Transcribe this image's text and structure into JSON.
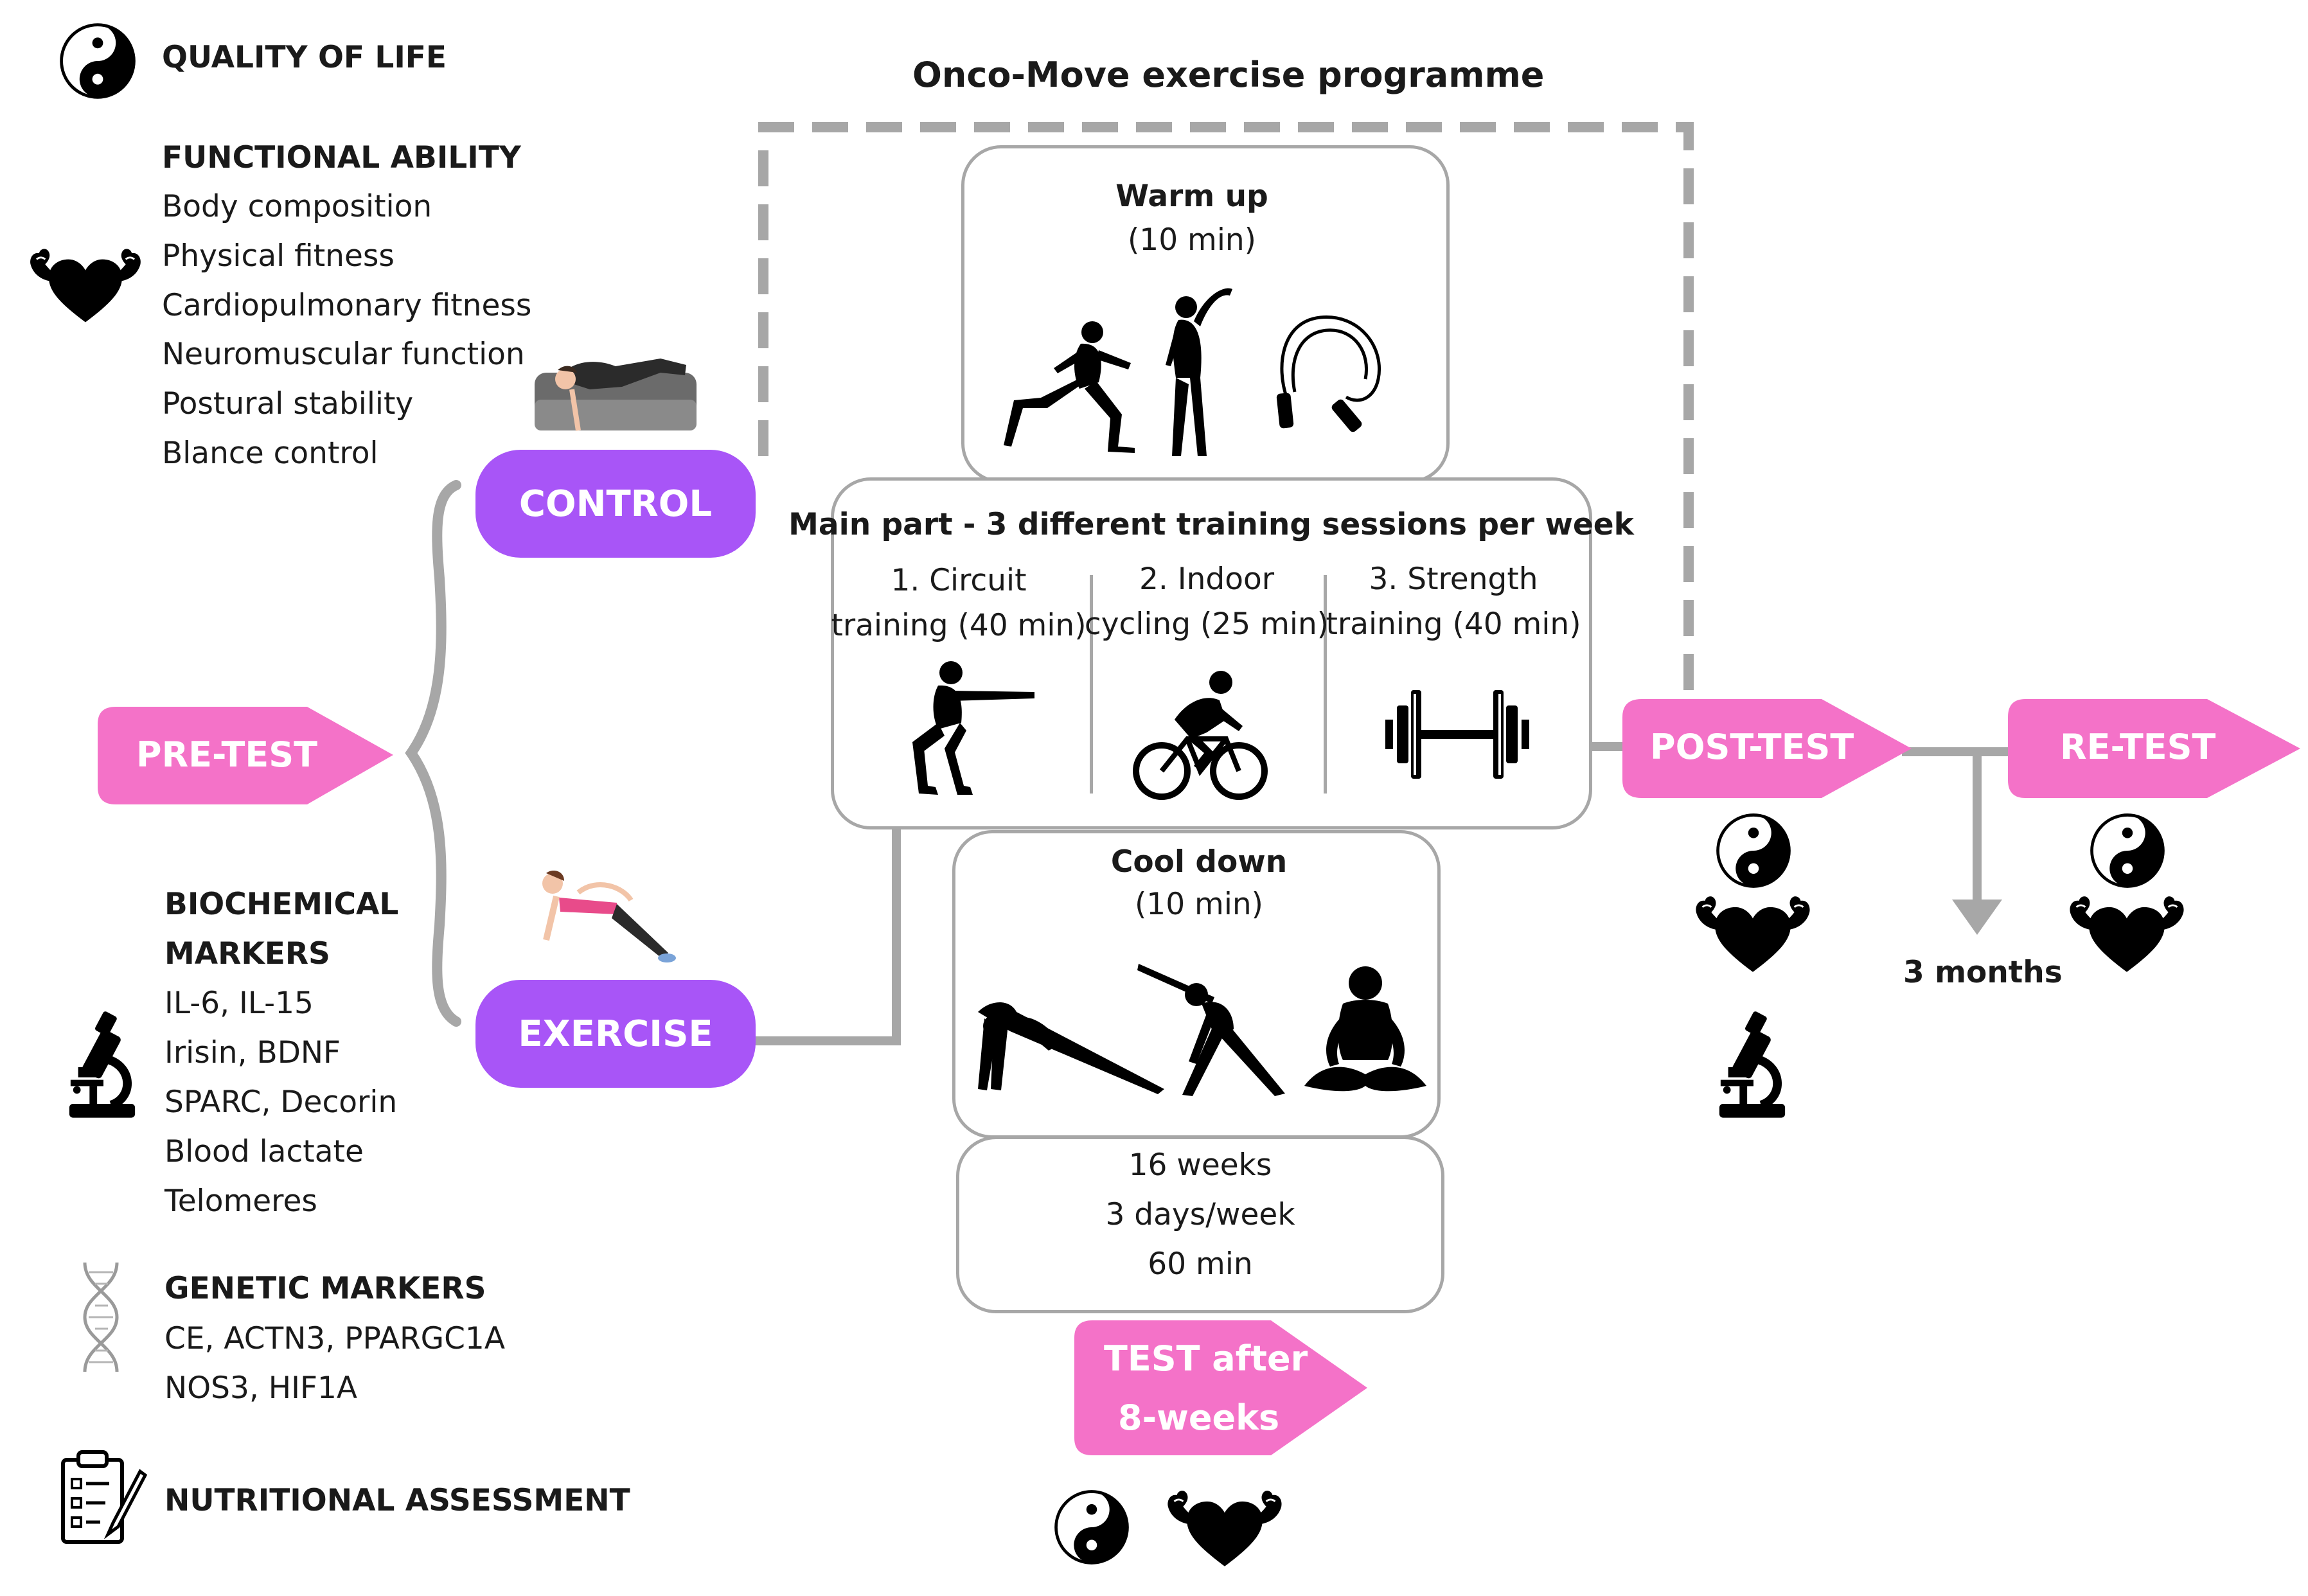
{
  "title": "Onco-Move exercise programme",
  "left_panel": {
    "quality_of_life": "QUALITY OF LIFE",
    "functional_ability": {
      "heading": "FUNCTIONAL ABILITY",
      "items": [
        "Body composition",
        "Physical fitness",
        "Cardiopulmonary fitness",
        "Neuromuscular function",
        "Postural stability",
        "Blance control"
      ]
    },
    "biochemical_markers": {
      "heading_line1": "BIOCHEMICAL",
      "heading_line2": "MARKERS",
      "items": [
        "IL-6, IL-15",
        "Irisin, BDNF",
        "SPARC, Decorin",
        "Blood lactate",
        "Telomeres"
      ]
    },
    "genetic_markers": {
      "heading": "GENETIC MARKERS",
      "items": [
        "CE, ACTN3, PPARGC1A",
        "NOS3, HIF1A"
      ]
    },
    "nutritional_assessment": "NUTRITIONAL ASSESSMENT"
  },
  "groups": {
    "control": "CONTROL",
    "exercise": "EXERCISE"
  },
  "tests": {
    "pre_test": "PRE-TEST",
    "post_test": "POST-TEST",
    "re_test": "RE-TEST",
    "mid_test_line1": "TEST after",
    "mid_test_line2": "8-weeks",
    "interval": "3 months"
  },
  "programme": {
    "warm_up": {
      "title": "Warm up",
      "duration": "(10 min)"
    },
    "main_part": {
      "title": "Main part - 3 different training sessions per week",
      "sessions": [
        {
          "line1": "1. Circuit",
          "line2": "training (40 min)"
        },
        {
          "line1": "2. Indoor",
          "line2": "cycling (25 min)"
        },
        {
          "line1": "3. Strength",
          "line2": "training (40 min)"
        }
      ]
    },
    "cool_down": {
      "title": "Cool down",
      "duration": "(10 min)"
    },
    "schedule": [
      "16 weeks",
      "3 days/week",
      "60 min"
    ]
  },
  "colors": {
    "purple": "#a855f7",
    "pink": "#f472c8",
    "grey": "#a7a7a7",
    "dark": "#1a1a1a"
  },
  "icons": [
    "yin-yang-icon",
    "heart-muscle-icon",
    "microscope-icon",
    "dna-icon",
    "clipboard-icon",
    "sofa-person-icon",
    "plank-person-icon",
    "lunge-runner-icon",
    "stretch-person-icon",
    "jump-rope-icon",
    "squat-person-icon",
    "cyclist-icon",
    "dumbbell-icon",
    "downward-dog-icon",
    "side-stretch-icon",
    "meditation-icon"
  ]
}
